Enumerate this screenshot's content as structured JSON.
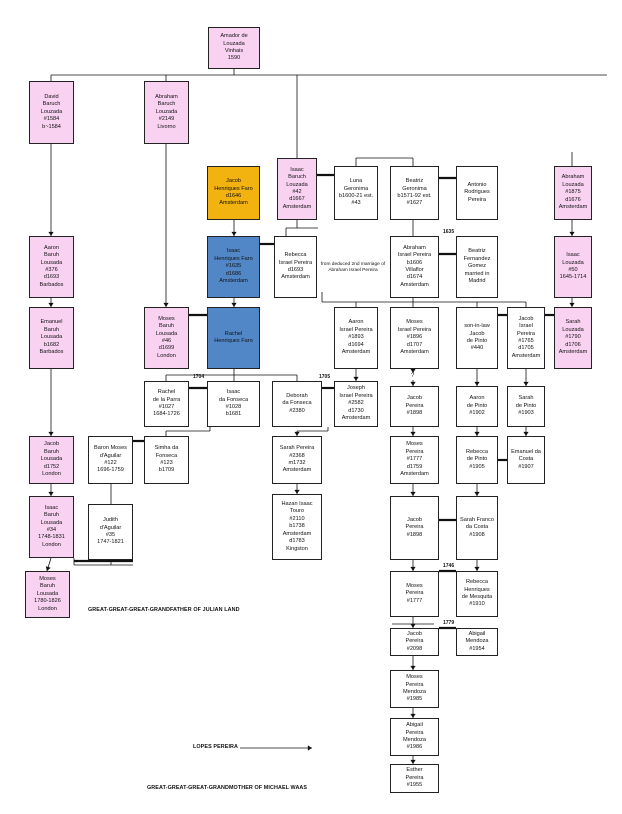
{
  "colors": {
    "pink": "#f9d2f1",
    "orange": "#f2b20f",
    "blue": "#5287c7",
    "line": "#111111"
  },
  "persons": {
    "amador": "Amador de\nLouzada\nVinhais\n1590",
    "david": "David\nBaruch\nLouzada\n#1584\nb~1584",
    "abraham_baruch": "Abraham\nBaruch\nLouzada\n#2149\nLivorno",
    "isaac_baruch": "Isaac\nBaruch\nLouzada\n#42\nd1667\nAmsterdam",
    "luna": "Luna\nGeronima\nb1600-21 est.\n#43",
    "beatriz_geronima": "Beatriz\nGeronima\nb1571-92 est.\n#1627",
    "antonio": "Antonio\nRodrigues\nPereira",
    "abraham_1875": "Abraham\nLouzada\n#1875\nd1676\nAmsterdam",
    "jacob_faro": "Jacob\nHenriques Faro\nd1646\nAmsterdam",
    "isaac_faro": "Isaac\nHenriques Faro\n#1635\nd1686\nAmsterdam",
    "rebecca_pereira": "Rebecca\nIsrael  Pereira\nd1693\nAmsterdam",
    "abraham_pereira": "Abraham\nIsrael Pereira\nb1606\nVillaflor\nd1674\nAmsterdam",
    "beatriz_fernandez": "Beatriz\nFernandez\nGomez\nmarried in\nMadrid",
    "isaac_50": "Isaac\nLouzada\n#50\n1645-1714",
    "aaron_376": "Aaron\nBaruh\nLousada\n#376\nd1693\nBarbados",
    "emanuel_barbados": "Emanuel\nBaruh\nLousada\nb1682\nBarbados",
    "moses_46": "Moses\nBaruh\nLousada\n#46\nd1699\nLondon",
    "rachel_faro": "Rachel\nHenriques Faro",
    "aaron_1893": "Aaron\nIsrael Pereira\n#1893\nd1694\nAmsterdam",
    "moses_1896": "Moses\nIsrael Pereira\n#1896\nd1707\nAmsterdam",
    "son_in_law": "son-in-law\nJacob\nde Pinto\n#440",
    "jacob_1765": "Jacob\nIsrael\nPereira\n#1765\nd1705\nAmsterdam",
    "sarah_1790": "Sarah\nLouzada\n#1790\nd1706\nAmsterdam",
    "rachel_parra": "Rachel\nde la Parra\n#1027\n1684-1726",
    "isaac_fonseca": "Isaac\nda Fonseca\n#1028\nb1681",
    "deborah_fonseca": "Deborah\nda Fonseca\n#2380",
    "joseph_2582": "Joseph\nIsrael Pereira\n#2582\nd1730\nAmsterdam",
    "jacob_1898a": "Jacob\nPereira\n#1898",
    "aaron_1902": "Aaron\nde Pinto\n#1902",
    "sarah_1903": "Sarah\nde Pinto\n#1903",
    "jacob_d1752": "Jacob\nBaruh\nLousada\nd1752\nLondon",
    "baron_moses": "Baron Moses\nd'Aguilar\n#122\n1696-1759",
    "simha": "Simha da\nFonseca\n#123\nb1709",
    "sarah_2368": "Sarah Pereira\n#2368\nm1732\nAmsterdam",
    "moses_1777a": "Moses\nPereira\n#1777\nd1759\nAmsterdam",
    "rebecca_1905": "Rebecca\nde Pinto\n#1905",
    "emanuel_1907": "Emanuel da\nCosta\n#1907",
    "isaac_34": "Isaac\nBaruh\nLousada\n#34\n1748-1831\nLondon",
    "judith": "Judith\nd'Aguilar\n#35\n1747-1821",
    "hazan": "Hazan Isaac\nTouro\n#2110\nb1738\nAmsterdam\nd1783\nKingston",
    "jacob_1898b": "Jacob\nPereira\n#1898",
    "sarah_franco": "Sarah Franco\nda Costa\n#1908",
    "moses_1780": "Moses\nBaruh\nLousada\n1780-1826\nLondon",
    "moses_1777b": "Moses\nPereira\n#1777",
    "rebecca_1910": "Rebecca\nHenriques\nde Mesquita\n#1910",
    "jacob_2098": "Jacob\nPereira\n#2098",
    "abigail_1954": "Abigail\nMendoza\n#1954",
    "moses_1985": "Moses\nPereira\nMendoza\n#1985",
    "abigail_1986": "Abigail\nPereira\nMendoza\n#1986",
    "esther_1955": "Esther\nPereira\n#1955"
  },
  "notes": {
    "deduced": "from deduced\n2nd marriage of\nAbraham Israel\nPereira",
    "question": "?"
  },
  "years": {
    "y1635": "1635",
    "y1704": "1704",
    "y1705": "1705",
    "y1746": "1746",
    "y1779": "1779"
  },
  "captions": {
    "julian": "GREAT-GREAT-GREAT-GRANDFATHER OF JULIAN LAND",
    "lopes": "LOPES PEREIRA",
    "waas": "GREAT-GREAT-GREAT-GRANDMOTHER OF MICHAEL WAAS"
  }
}
